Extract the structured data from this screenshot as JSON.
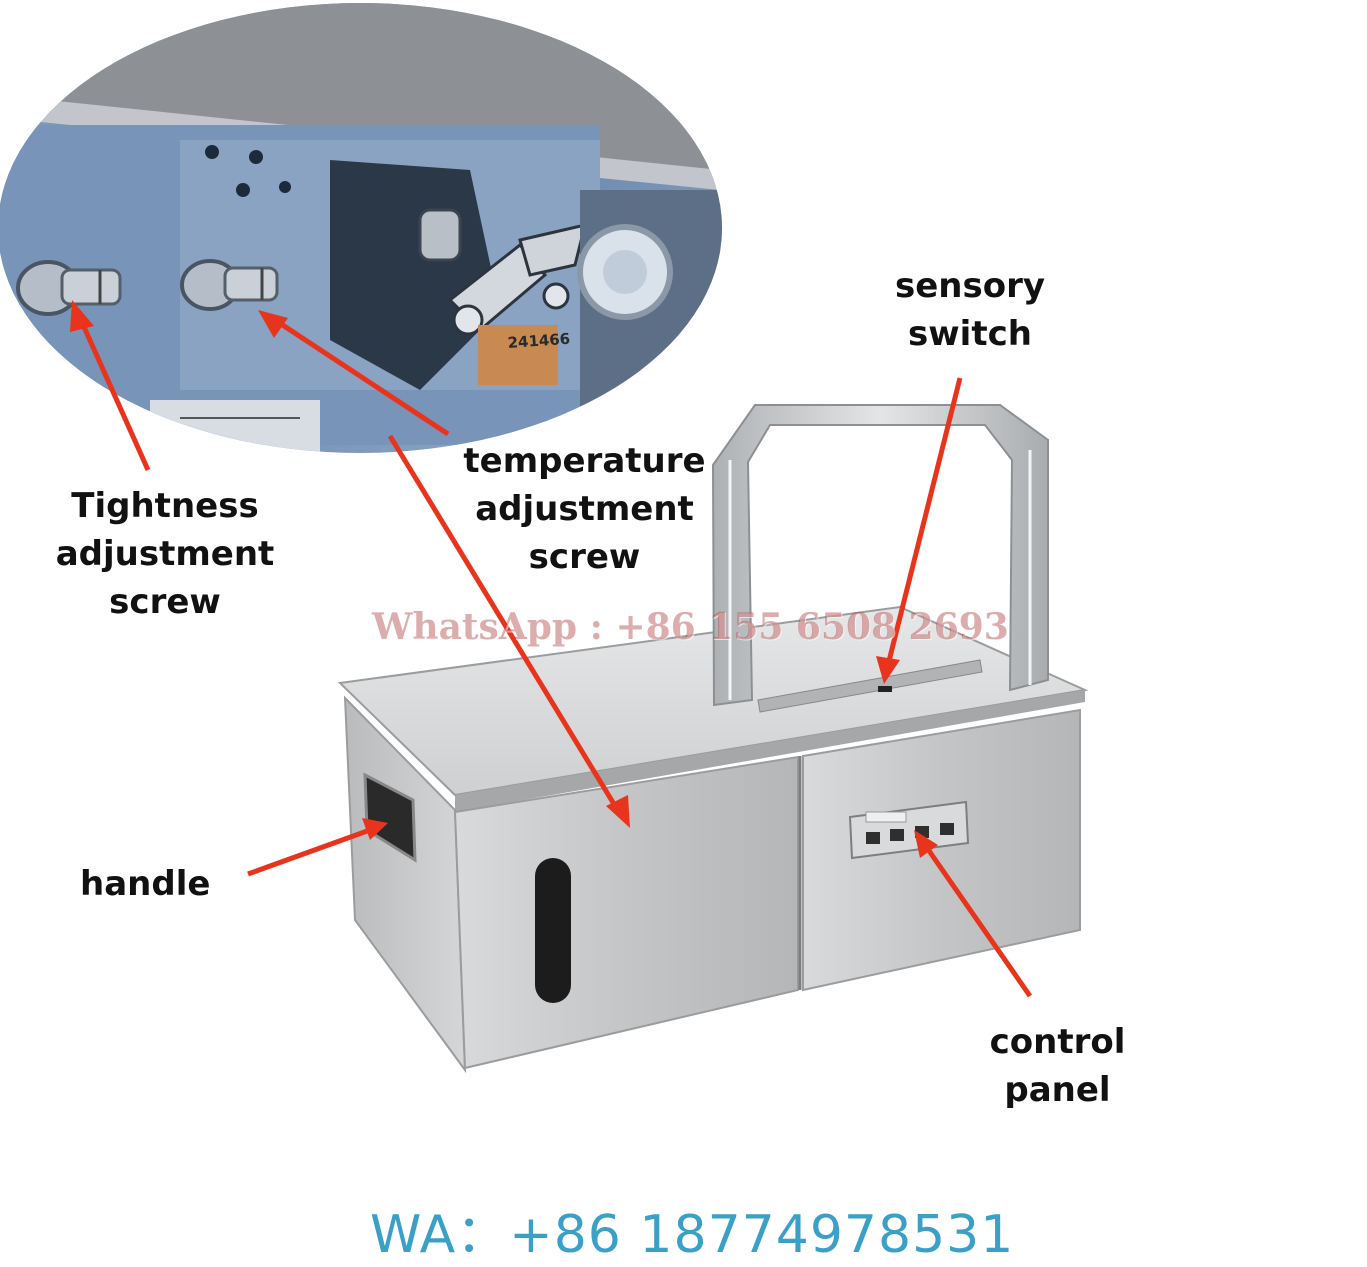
{
  "labels": {
    "tightness": [
      "Tightness",
      "adjustment",
      "screw"
    ],
    "temperature": [
      "temperature",
      "adjustment",
      "screw"
    ],
    "sensory": [
      "sensory",
      "switch"
    ],
    "handle": "handle",
    "control": [
      "control",
      "panel"
    ]
  },
  "inset_text": "241466",
  "watermark": "WhatsApp : +86 155 6508 2693",
  "contact": "WA：+86 18774978531",
  "colors": {
    "arrow": "#e8341c",
    "contact": "#3aa0c6",
    "steel": "#c9cbcd",
    "inset_blue": "#6f8fb8"
  }
}
